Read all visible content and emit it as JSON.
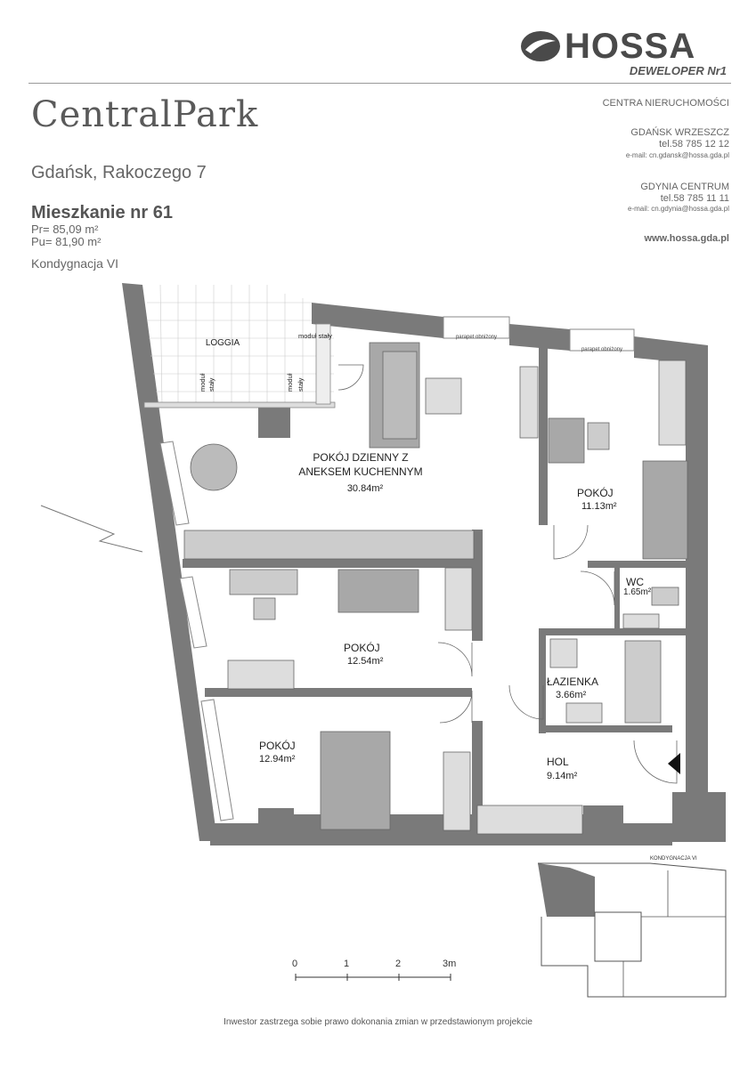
{
  "logo": {
    "word": "HOSSA",
    "tagline": "DEWELOPER Nr1"
  },
  "brand_title": "CentralPark",
  "address": "Gdańsk,  Rakoczego 7",
  "apartment": {
    "title": "Mieszkanie nr 61",
    "pr": "Pr= 85,09 m²",
    "pu": "Pu= 81,90 m²",
    "floor": "Kondygnacja VI"
  },
  "contact": {
    "header": "CENTRA NIERUCHOMOŚCI",
    "office1": {
      "name": "GDAŃSK WRZESZCZ",
      "phone": "tel.58 785 12 12",
      "email": "e-mail: cn.gdansk@hossa.gda.pl"
    },
    "office2": {
      "name": "GDYNIA CENTRUM",
      "phone": "tel.58 785 11 11",
      "email": "e-mail: cn.gdynia@hossa.gda.pl"
    },
    "website": "www.hossa.gda.pl"
  },
  "plan": {
    "loggia": "LOGGIA",
    "modul_staly": "moduł stały",
    "modul": "moduł",
    "staly": "stały",
    "parapet": "parapet obniżony",
    "rooms": {
      "living": {
        "name1": "POKÓJ DZIENNY Z",
        "name2": "ANEKSEM KUCHENNYM",
        "area": "30.84m²"
      },
      "room_ne": {
        "name": "POKÓJ",
        "area": "11.13m²"
      },
      "wc": {
        "name": "WC",
        "area": "1.65m²"
      },
      "room_mid": {
        "name": "POKÓJ",
        "area": "12.54m²"
      },
      "bathroom": {
        "name": "ŁAZIENKA",
        "area": "3.66m²"
      },
      "room_sw": {
        "name": "POKÓJ",
        "area": "12.94m²"
      },
      "hall": {
        "name": "HOL",
        "area": "9.14m²"
      }
    }
  },
  "keyplan": {
    "label": "KONDYGNACJA VI"
  },
  "scale": {
    "ticks": [
      "0",
      "1",
      "2",
      "3m"
    ]
  },
  "disclaimer": "Inwestor zastrzega sobie prawo dokonania zmian w przedstawionym projekcie",
  "colors": {
    "wall": "#7a7a7a",
    "furniture": "#a8a8a8",
    "text": "#666666"
  }
}
